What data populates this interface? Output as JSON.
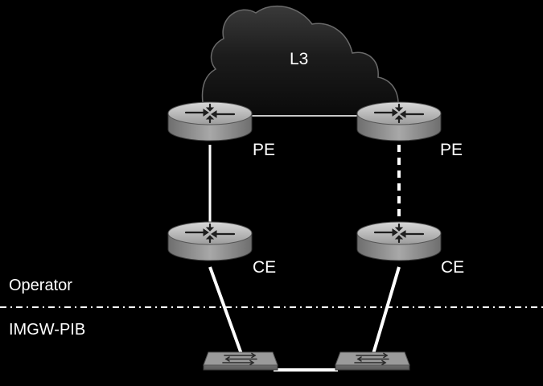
{
  "cloud": {
    "label": "L3"
  },
  "routers": {
    "pe_left": {
      "label": "PE",
      "icon": "router-icon"
    },
    "pe_right": {
      "label": "PE",
      "icon": "router-icon"
    },
    "ce_left": {
      "label": "CE",
      "icon": "router-icon"
    },
    "ce_right": {
      "label": "CE",
      "icon": "router-icon"
    }
  },
  "switches": {
    "left": {
      "icon": "switch-icon"
    },
    "right": {
      "icon": "switch-icon"
    }
  },
  "zones": {
    "top": "Operator",
    "bottom": "IMGW-PIB"
  },
  "colors": {
    "background": "#000000",
    "link": "#ffffff",
    "device_body": "#8a8a8a",
    "device_top": "#bdbdbd",
    "cloud_fill": "#1a1a1a"
  }
}
